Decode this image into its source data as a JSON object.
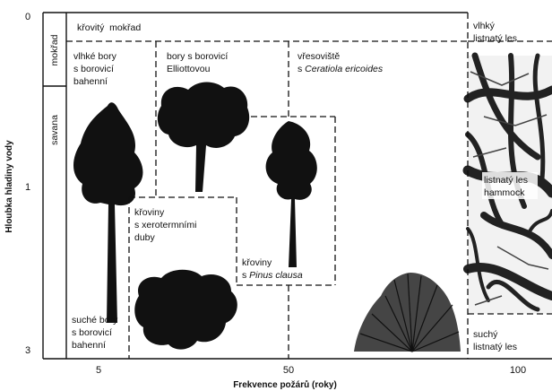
{
  "axes": {
    "y_title": "Hloubka hladiny vody",
    "x_title": "Frekvence požárů (roky)",
    "y_ticks": [
      "0",
      "1",
      "3"
    ],
    "x_ticks": [
      "5",
      "50",
      "100"
    ]
  },
  "side_labels": {
    "upper": "mokřad",
    "lower": "savana"
  },
  "zones": {
    "krovity_mokrad": "křovitý  mokřad",
    "vlhke_bory": [
      "vlhké bory",
      "s borovicí",
      "bahenní"
    ],
    "bory_elliott": [
      "bory s borovicí",
      "Elliottovou"
    ],
    "vresoviste": [
      "vřesoviště",
      "s ",
      "Ceratiola ericoides"
    ],
    "kroviny_duby": [
      "křoviny",
      "s xerotermními",
      "duby"
    ],
    "kroviny_pinus": [
      "křoviny",
      "s ",
      "Pinus clausa"
    ],
    "suche_bory": [
      "suché bory",
      "s borovicí",
      "bahenní"
    ],
    "vlhky_les": [
      "vlhký",
      "listnatý les"
    ],
    "hammock": [
      "listnatý les",
      "hammock"
    ],
    "suchy_les": [
      "suchý",
      "listnatý les"
    ]
  },
  "illustrations": [
    "tall-pine",
    "spreading-oak-pine",
    "small-pine",
    "oak-shrub-clump",
    "heath-shrub",
    "hammock-tree-photo"
  ]
}
